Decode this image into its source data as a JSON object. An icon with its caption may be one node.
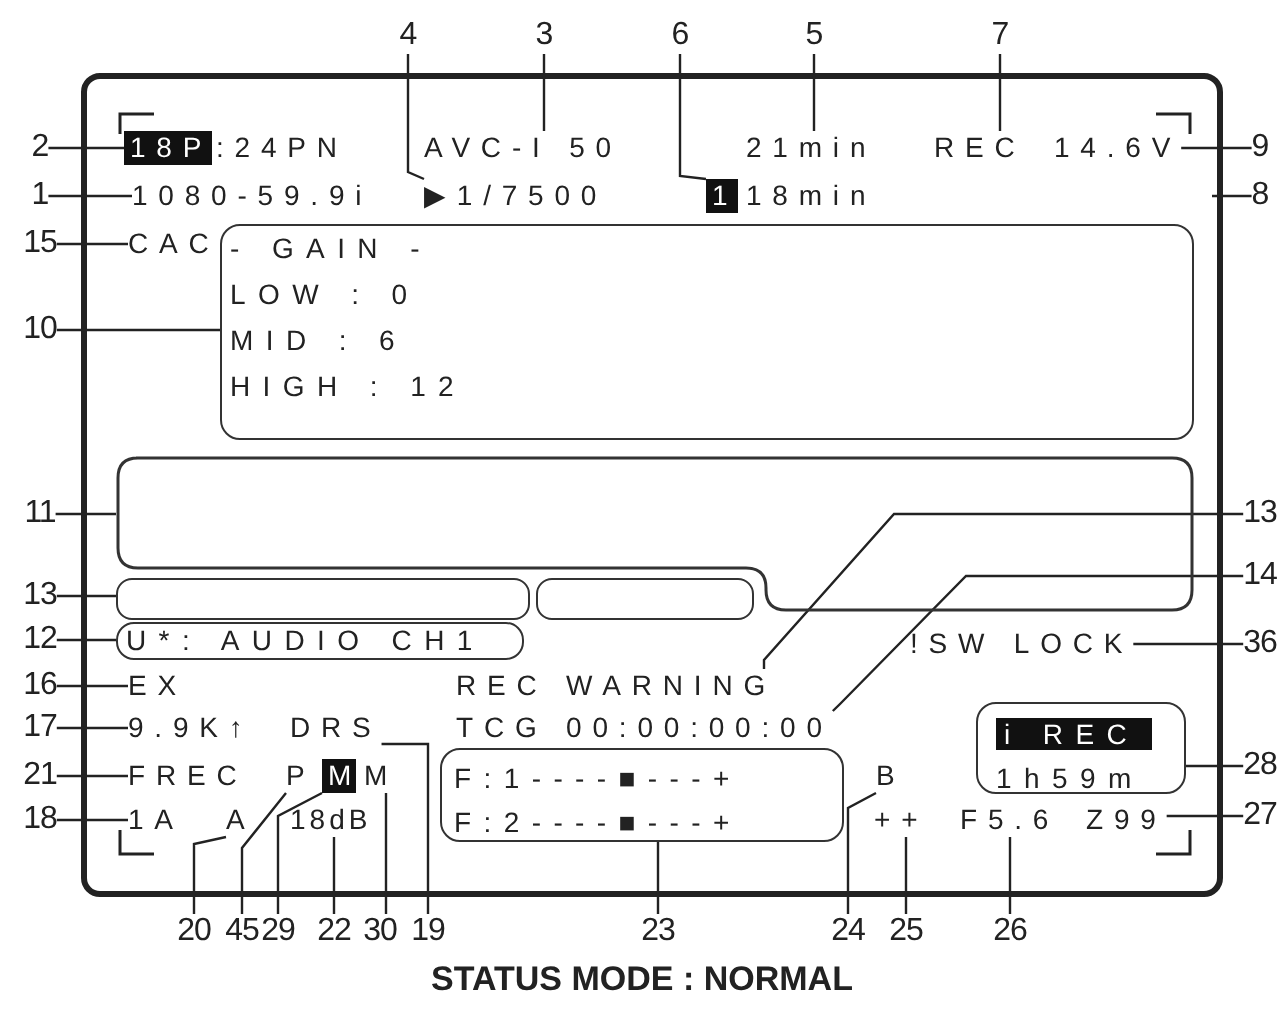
{
  "diagram": {
    "caption": "STATUS MODE : NORMAL",
    "nodes": [
      {
        "text": [
          "4"
        ]
      },
      {
        "text": [
          "3"
        ]
      },
      {
        "text": [
          "6"
        ]
      },
      {
        "text": [
          "5"
        ]
      },
      {
        "text": [
          "7"
        ]
      },
      {
        "text": [
          "2"
        ]
      },
      {
        "text": [
          "18P"
        ]
      },
      {
        "text": [
          "AVC-I 50"
        ]
      },
      {
        "text": [
          "21min"
        ]
      },
      {
        "text": [
          "REC"
        ]
      },
      {
        "text": [
          "14.6V"
        ]
      },
      {
        "text": [
          "9"
        ]
      },
      {
        "text": [
          "1"
        ]
      },
      {
        "text": [
          "1080-59.9i"
        ]
      },
      {
        "text": [
          "▶1/7500"
        ]
      },
      {
        "text": [
          "1"
        ]
      },
      {
        "text": [
          "8"
        ]
      },
      {
        "text": [
          "15"
        ]
      },
      {
        "text": [
          "CAC"
        ]
      },
      {
        "text": [
          "- GAIN -",
          "LOW : 0",
          "MID : 6",
          "HIGH : 12"
        ]
      },
      {
        "text": [
          "10"
        ]
      },
      {
        "text": [
          "11"
        ]
      },
      {
        "text": [],
        "shape": "box"
      },
      {
        "text": [
          "13"
        ]
      },
      {
        "text": [],
        "shape": "box"
      },
      {
        "text": [],
        "shape": "box"
      },
      {
        "text": [
          "13"
        ]
      },
      {
        "text": [
          "14"
        ]
      },
      {
        "text": [
          "12"
        ]
      },
      {
        "text": [
          "U*: AUDIO CH1"
        ]
      },
      {
        "text": [
          "36"
        ]
      },
      {
        "text": [
          "16"
        ]
      },
      {
        "text": [
          "EX"
        ]
      },
      {
        "text": [
          "REC WARNING"
        ]
      },
      {
        "text": [
          "!SW LOCK"
        ]
      },
      {
        "text": [
          "17"
        ]
      },
      {
        "text": [
          "9.9K↑"
        ]
      },
      {
        "text": [
          "DRS"
        ]
      },
      {
        "text": [
          "TCG 00:00:00:00"
        ]
      },
      {
        "text": [
          "i REC",
          "1h59m"
        ]
      },
      {
        "text": [
          "28"
        ]
      },
      {
        "text": [
          "21"
        ]
      },
      {
        "text": [
          "FREC"
        ]
      },
      {
        "text": [
          "P"
        ]
      },
      {
        "text": [
          "M"
        ]
      },
      {
        "text": [
          "M"
        ]
      },
      {
        "text": [
          "F:1----■---+",
          "F:2----■---+"
        ]
      },
      {
        "text": [
          "B"
        ]
      },
      {
        "text": [
          "18"
        ]
      },
      {
        "text": [
          "1A"
        ]
      },
      {
        "text": [
          "A"
        ]
      },
      {
        "text": [
          "18dB"
        ]
      },
      {
        "text": [
          "++"
        ]
      },
      {
        "text": [
          "F5.6"
        ]
      },
      {
        "text": [
          "Z99"
        ]
      },
      {
        "text": [
          "27"
        ]
      },
      {
        "text": [
          "20"
        ]
      },
      {
        "text": [
          "45"
        ]
      },
      {
        "text": [
          "29"
        ]
      },
      {
        "text": [
          "22"
        ]
      },
      {
        "text": [
          "30"
        ]
      },
      {
        "text": [
          "19"
        ]
      },
      {
        "text": [
          "23"
        ]
      },
      {
        "text": [
          "24"
        ]
      },
      {
        "text": [
          "25"
        ]
      },
      {
        "text": [
          "26"
        ]
      }
    ],
    "edges": [
      {
        "from": 0,
        "to": 14,
        "arrow": "none"
      },
      {
        "from": 1,
        "to": 7,
        "arrow": "none"
      },
      {
        "from": 2,
        "to": 15,
        "arrow": "none"
      },
      {
        "from": 3,
        "to": 8,
        "arrow": "none"
      },
      {
        "from": 4,
        "to": 9,
        "arrow": "none"
      },
      {
        "from": 5,
        "to": 6,
        "arrow": "none"
      },
      {
        "from": 11,
        "to": 10,
        "arrow": "none"
      },
      {
        "from": 12,
        "to": 13,
        "arrow": "none"
      },
      {
        "from": 16,
        "to": null,
        "arrow": "none"
      },
      {
        "from": 17,
        "to": 18,
        "arrow": "none"
      },
      {
        "from": 20,
        "to": 19,
        "arrow": "none"
      },
      {
        "from": 21,
        "to": 22,
        "arrow": "none"
      },
      {
        "from": 23,
        "to": 24,
        "arrow": "none"
      },
      {
        "from": 26,
        "to": 33,
        "arrow": "none"
      },
      {
        "from": 27,
        "to": 38,
        "arrow": "none"
      },
      {
        "from": 28,
        "to": 29,
        "arrow": "none"
      },
      {
        "from": 30,
        "to": 34,
        "arrow": "none"
      },
      {
        "from": 31,
        "to": 32,
        "arrow": "none"
      },
      {
        "from": 35,
        "to": 36,
        "arrow": "none"
      },
      {
        "from": 41,
        "to": 42,
        "arrow": "none"
      },
      {
        "from": 48,
        "to": 49,
        "arrow": "none"
      },
      {
        "from": 40,
        "to": 39,
        "arrow": "none"
      },
      {
        "from": 55,
        "to": 54,
        "arrow": "none"
      },
      {
        "from": 56,
        "to": 50,
        "arrow": "none"
      },
      {
        "from": 57,
        "to": 43,
        "arrow": "none"
      },
      {
        "from": 58,
        "to": 44,
        "arrow": "none"
      },
      {
        "from": 59,
        "to": 51,
        "arrow": "none"
      },
      {
        "from": 60,
        "to": 45,
        "arrow": "none"
      },
      {
        "from": 61,
        "to": 37,
        "arrow": "none"
      },
      {
        "from": 62,
        "to": 46,
        "arrow": "none"
      },
      {
        "from": 63,
        "to": 47,
        "arrow": "none"
      },
      {
        "from": 64,
        "to": 52,
        "arrow": "none"
      },
      {
        "from": 65,
        "to": 53,
        "arrow": "none"
      }
    ],
    "labels": [
      ":24PN",
      "18min"
    ]
  }
}
